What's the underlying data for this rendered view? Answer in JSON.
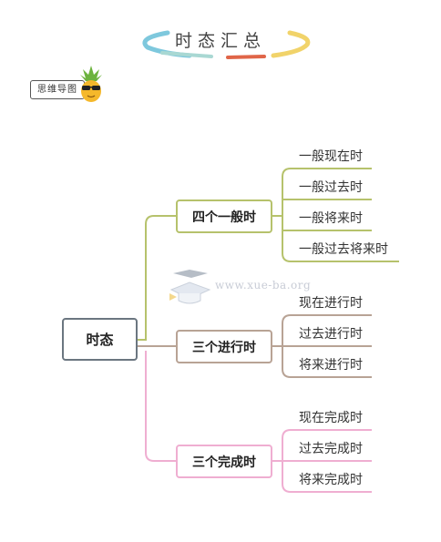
{
  "header": {
    "title": "时态汇总",
    "badge": "思维导图"
  },
  "watermark": {
    "text": "www.xue-ba.org"
  },
  "mindmap": {
    "root": "时态",
    "branches": [
      {
        "label": "四个一般时",
        "color": "#b6c26c",
        "leaves": [
          "一般现在时",
          "一般过去时",
          "一般将来时",
          "一般过去将来时"
        ]
      },
      {
        "label": "三个进行时",
        "color": "#b8a395",
        "leaves": [
          "现在进行时",
          "过去进行时",
          "将来进行时"
        ]
      },
      {
        "label": "三个完成时",
        "color": "#efaed1",
        "leaves": [
          "现在完成时",
          "过去完成时",
          "将来完成时"
        ]
      }
    ]
  },
  "colors": {
    "arc_blue": "#7ec8dd",
    "arc_teal": "#a9d8d3",
    "arc_red": "#e06548",
    "arc_yellow": "#f1d36a",
    "root_border": "#6b7680"
  }
}
